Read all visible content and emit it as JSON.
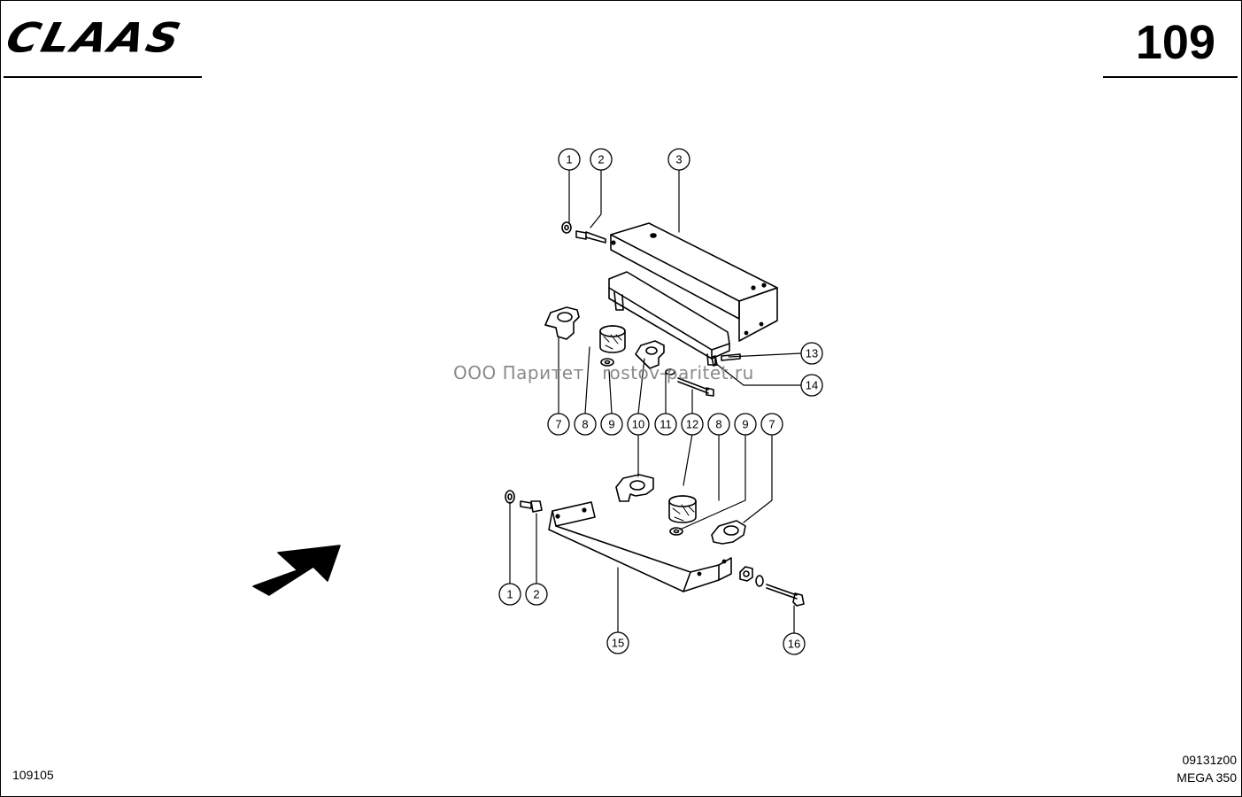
{
  "header": {
    "brand": "CLAAS",
    "page_number": "109"
  },
  "footer": {
    "left_code": "109105",
    "right_code": "09131z00",
    "model": "MEGA 350"
  },
  "watermark": {
    "company": "ООО Паритет",
    "site": "rostov-paritet.ru"
  },
  "diagram": {
    "callouts": [
      "1",
      "2",
      "3",
      "13",
      "14",
      "7",
      "8",
      "9",
      "10",
      "11",
      "12",
      "8",
      "9",
      "7",
      "1",
      "2",
      "15",
      "16"
    ]
  }
}
